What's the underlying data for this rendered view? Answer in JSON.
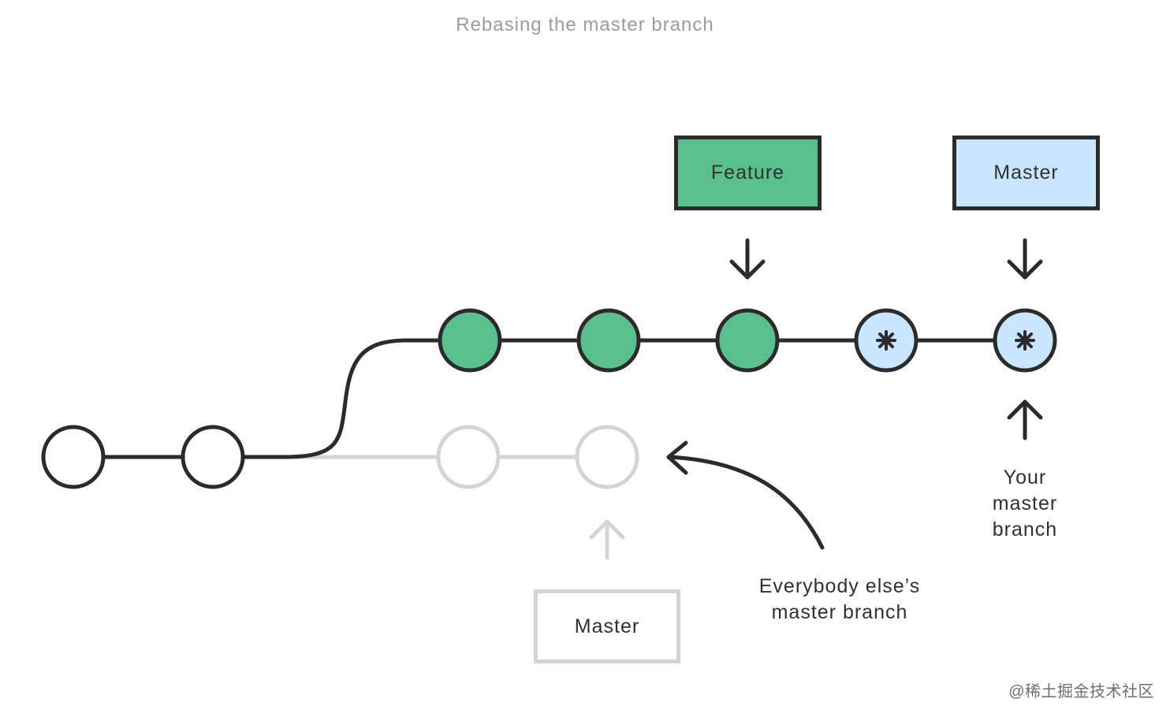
{
  "title": "Rebasing the master branch",
  "boxes": {
    "feature": "Feature",
    "master_top": "Master",
    "master_bottom": "Master"
  },
  "labels": {
    "your_master_branch": [
      "Your",
      "master",
      "branch"
    ],
    "everybody_else": [
      "Everybody else’s",
      "master branch"
    ]
  },
  "watermark": "@稀土掘金技术社区",
  "colors": {
    "feature_green": "#5ac18e",
    "master_blue": "#c8e6ff",
    "dark_line": "#2b2b2b",
    "faded_line": "#d4d4d4"
  }
}
